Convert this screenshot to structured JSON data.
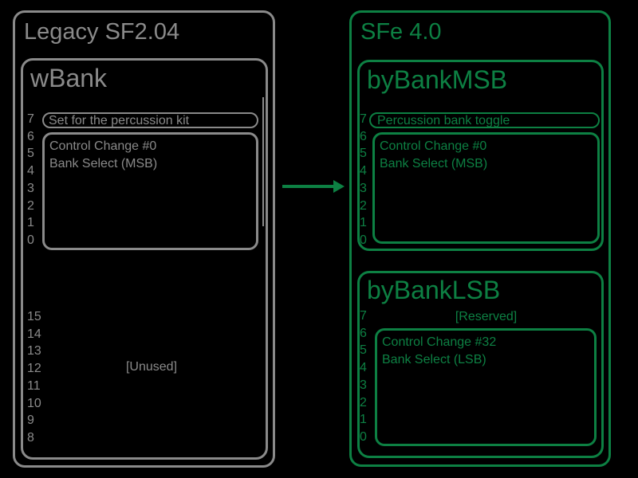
{
  "colors": {
    "background": "#000000",
    "legacy_gray": "#8a8a8a",
    "sfe_green": "#0d8043"
  },
  "left_panel": {
    "title": "Legacy SF2.04",
    "field": {
      "name": "wBank",
      "low_bits": [
        "7",
        "6",
        "5",
        "4",
        "3",
        "2",
        "1",
        "0"
      ],
      "high_bits": [
        "15",
        "14",
        "13",
        "12",
        "11",
        "10",
        "9",
        "8"
      ],
      "bit7_label": "Set for the percussion kit",
      "bits6_0_line1": "Control Change #0",
      "bits6_0_line2": "Bank Select (MSB)",
      "high_bits_label": "[Unused]"
    }
  },
  "arrow": {
    "direction": "right",
    "meaning": "maps-to"
  },
  "right_panel": {
    "title": "SFe 4.0",
    "fields": [
      {
        "name": "byBankMSB",
        "bits": [
          "7",
          "6",
          "5",
          "4",
          "3",
          "2",
          "1",
          "0"
        ],
        "bit7_label": "Percussion bank toggle",
        "bits6_0_line1": "Control Change #0",
        "bits6_0_line2": "Bank Select (MSB)"
      },
      {
        "name": "byBankLSB",
        "bits": [
          "7",
          "6",
          "5",
          "4",
          "3",
          "2",
          "1",
          "0"
        ],
        "bit7_label": "[Reserved]",
        "bits6_0_line1": "Control Change #32",
        "bits6_0_line2": "Bank Select (LSB)"
      }
    ]
  }
}
